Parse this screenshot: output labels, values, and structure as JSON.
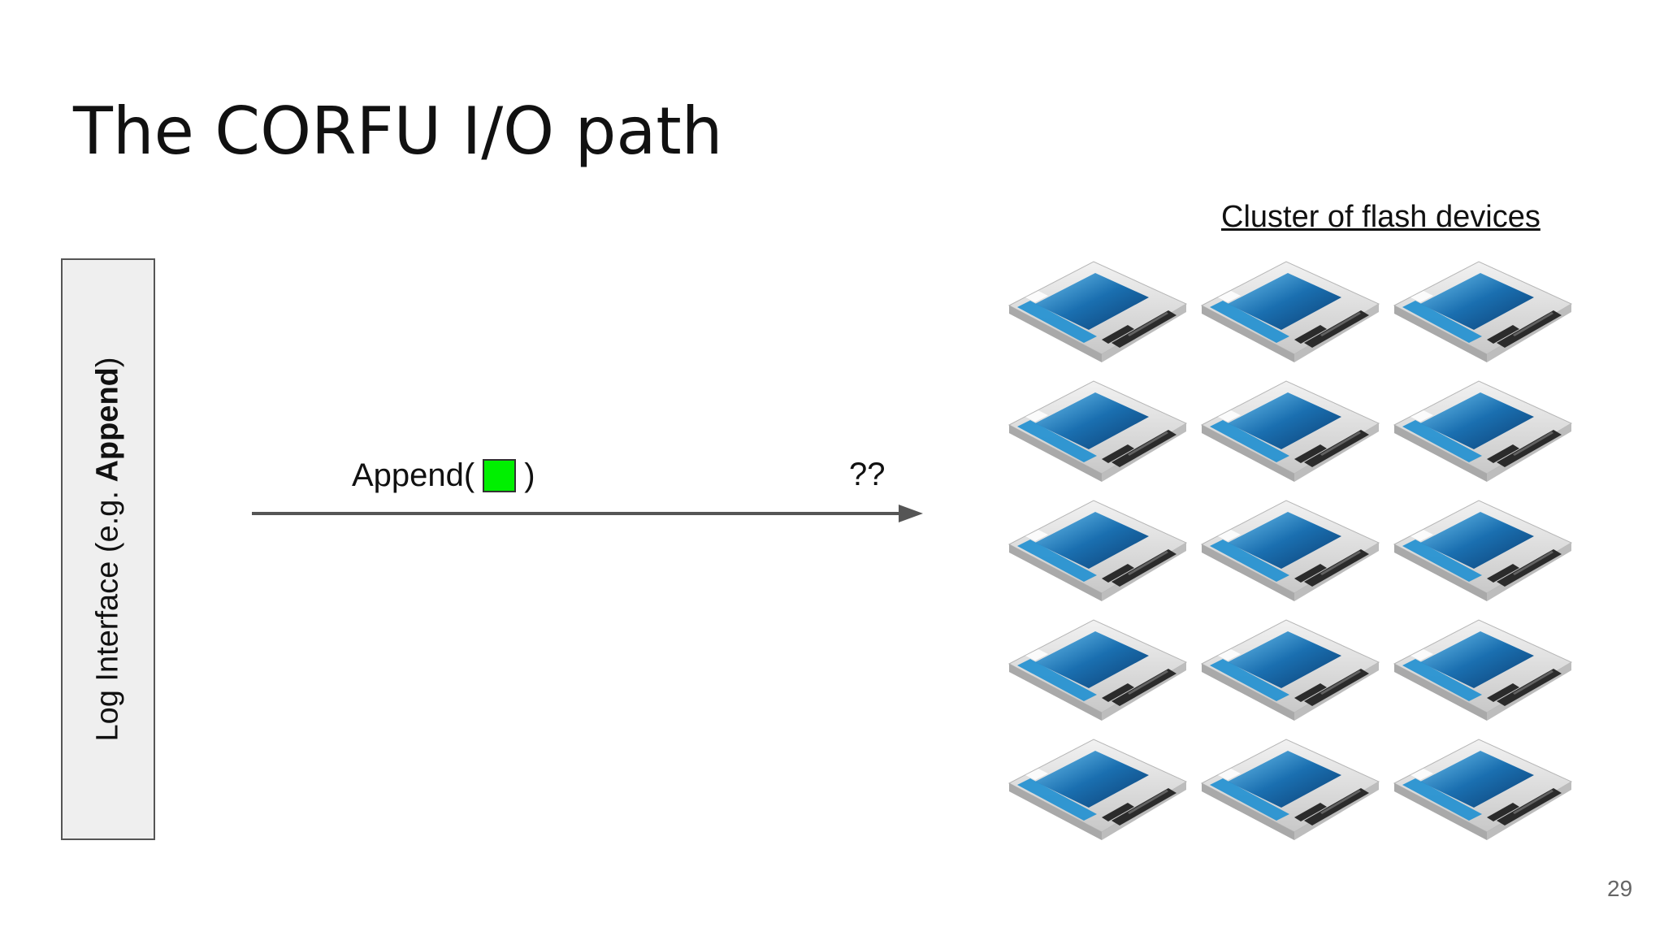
{
  "slide": {
    "title": "The CORFU I/O path",
    "page_number": "29"
  },
  "log_interface": {
    "label_prefix": "Log Interface (e.g. ",
    "label_bold": "Append",
    "label_suffix": ")"
  },
  "arrow": {
    "label_open": "Append(",
    "label_close": ")",
    "target_label": "??",
    "block_color": "#00f000"
  },
  "cluster": {
    "label": "Cluster of flash devices",
    "rows": 5,
    "cols": 3
  },
  "colors": {
    "ssd_body": "#d9d9d9",
    "ssd_label_blue": "#1a6fb0",
    "arrow": "#555555"
  }
}
